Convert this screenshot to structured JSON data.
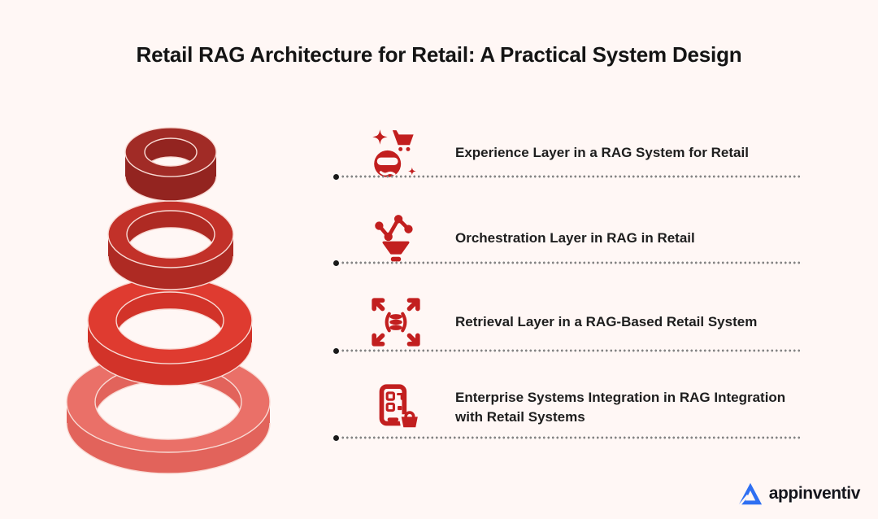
{
  "title": "Retail RAG Architecture for Retail: A Practical System Design",
  "layers": [
    {
      "label": "Experience Layer in a RAG System for Retail",
      "icon": "vr-shopper-cart-icon"
    },
    {
      "label": "Orchestration Layer in RAG in Retail",
      "icon": "orchestration-nodes-funnel-icon"
    },
    {
      "label": "Retrieval Layer in a RAG-Based Retail System",
      "icon": "retrieval-expand-database-icon"
    },
    {
      "label": "Enterprise Systems Integration in RAG Integration with Retail Systems",
      "icon": "qr-phone-basket-icon"
    }
  ],
  "pyramid": {
    "description": "four stacked 3D rings, dark red on top to light red at bottom",
    "stroke_color": "#F8DAD4",
    "rings": [
      {
        "name": "ring-top",
        "top_color": "#A12B26",
        "side_color": "#932420"
      },
      {
        "name": "ring-second",
        "top_color": "#C23129",
        "side_color": "#AE2A23"
      },
      {
        "name": "ring-third",
        "top_color": "#DF3B30",
        "side_color": "#D23329"
      },
      {
        "name": "ring-bottom",
        "top_color": "#EA7068",
        "side_color": "#E2635B"
      }
    ]
  },
  "logo": {
    "brand": "appinventiv",
    "mark": "triangle-a-icon",
    "mark_color": "#2E6FF2",
    "text_color": "#14161D"
  },
  "colors": {
    "background": "#FFF7F5",
    "title_text": "#141414",
    "item_text": "#1E1E1E",
    "icon_red": "#C21F1F",
    "separator_dots": "#848484",
    "separator_bullet": "#1A1A1A"
  }
}
